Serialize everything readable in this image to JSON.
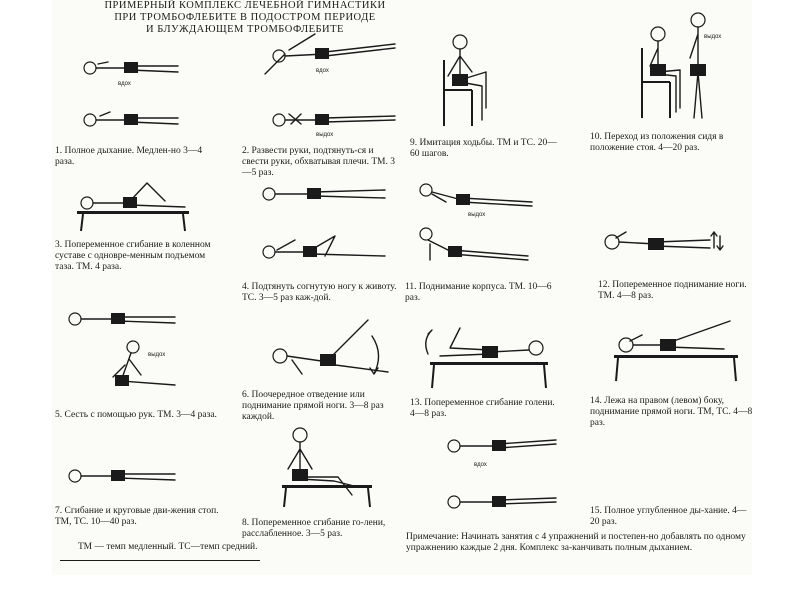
{
  "title": {
    "line1": "ПРИМЕРНЫЙ КОМПЛЕКС ЛЕЧЕБНОЙ ГИМНАСТИКИ",
    "line2": "ПРИ ТРОМБОФЛЕБИТЕ В ПОДОСТРОМ ПЕРИОДЕ",
    "line3": "И БЛУЖДАЮЩЕМ ТРОМБОФЛЕБИТЕ"
  },
  "labels": {
    "inhale": "вдох",
    "exhale": "выдох"
  },
  "exercises": [
    {
      "num": 1,
      "text": "1. Полное дыхание. Медлен-но 3—4 раза."
    },
    {
      "num": 2,
      "text": "2. Развести руки, подтянуть-ся и свести руки, обхватывая плечи. ТМ. 3—5 раз."
    },
    {
      "num": 3,
      "text": "3. Попеременное сгибание в коленном суставе с одновре-менным подъемом таза. ТМ. 4 раза."
    },
    {
      "num": 4,
      "text": "4. Подтянуть согнутую ногу к животу. ТС. 3—5 раз каж-дой."
    },
    {
      "num": 5,
      "text": "5. Сесть с помощью рук. ТМ. 3—4 раза."
    },
    {
      "num": 6,
      "text": "6. Поочередное отведение или поднимание прямой ноги. 3—8 раз каждой."
    },
    {
      "num": 7,
      "text": "7. Сгибание и круговые дви-жения стоп. ТМ, ТС. 10—40 раз."
    },
    {
      "num": 8,
      "text": "8. Попеременное сгибание го-лени, расслабленное. 3—5 раз."
    },
    {
      "num": 9,
      "text": "9. Имитация ходьбы. ТМ и ТС. 20—60 шагов."
    },
    {
      "num": 10,
      "text": "10. Переход из положения сидя в положение стоя. 4—20 раз."
    },
    {
      "num": 11,
      "text": "11. Поднимание корпуса. ТМ. 10—6 раз."
    },
    {
      "num": 12,
      "text": "12. Попеременное поднимание ноги. ТМ. 4—8 раз."
    },
    {
      "num": 13,
      "text": "13. Попеременное сгибание голени. 4—8 раз."
    },
    {
      "num": 14,
      "text": "14. Лежа на правом (левом) боку, поднимание прямой ноги. ТМ, ТС. 4—8 раз."
    },
    {
      "num": 15,
      "text": "15. Полное углубленное ды-хание. 4—20 раз."
    }
  ],
  "legend": "ТМ — темп медленный. ТС—темп средний.",
  "note": "Примечание: Начинать занятия с 4 упражнений и постепен-но добавлять по одному упражнению каждые 2 дня. Комплекс за-канчивать полным дыханием."
}
